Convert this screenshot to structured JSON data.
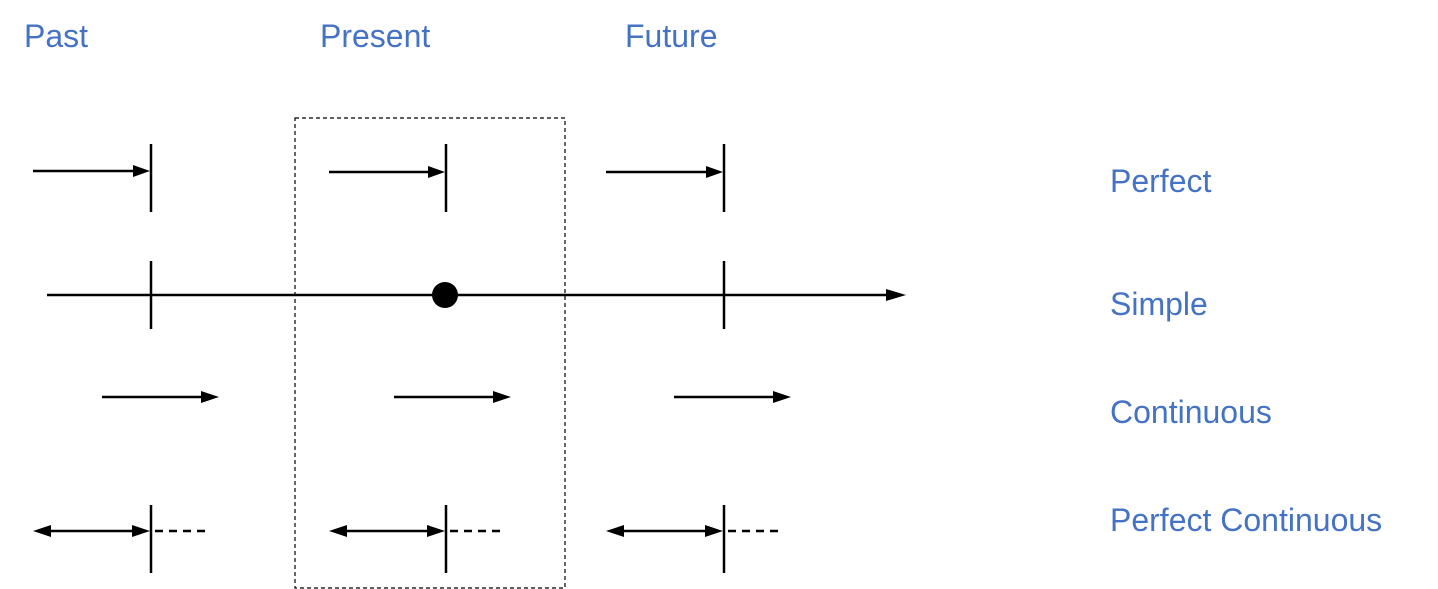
{
  "colors": {
    "text_accent": "#4472C4",
    "lines": "#000000",
    "present_box_border": "#000000"
  },
  "columns": {
    "past": "Past",
    "present": "Present",
    "future": "Future"
  },
  "rows": {
    "perfect": "Perfect",
    "simple": "Simple",
    "continuous": "Continuous",
    "perfect_continuous": "Perfect Continuous"
  }
}
